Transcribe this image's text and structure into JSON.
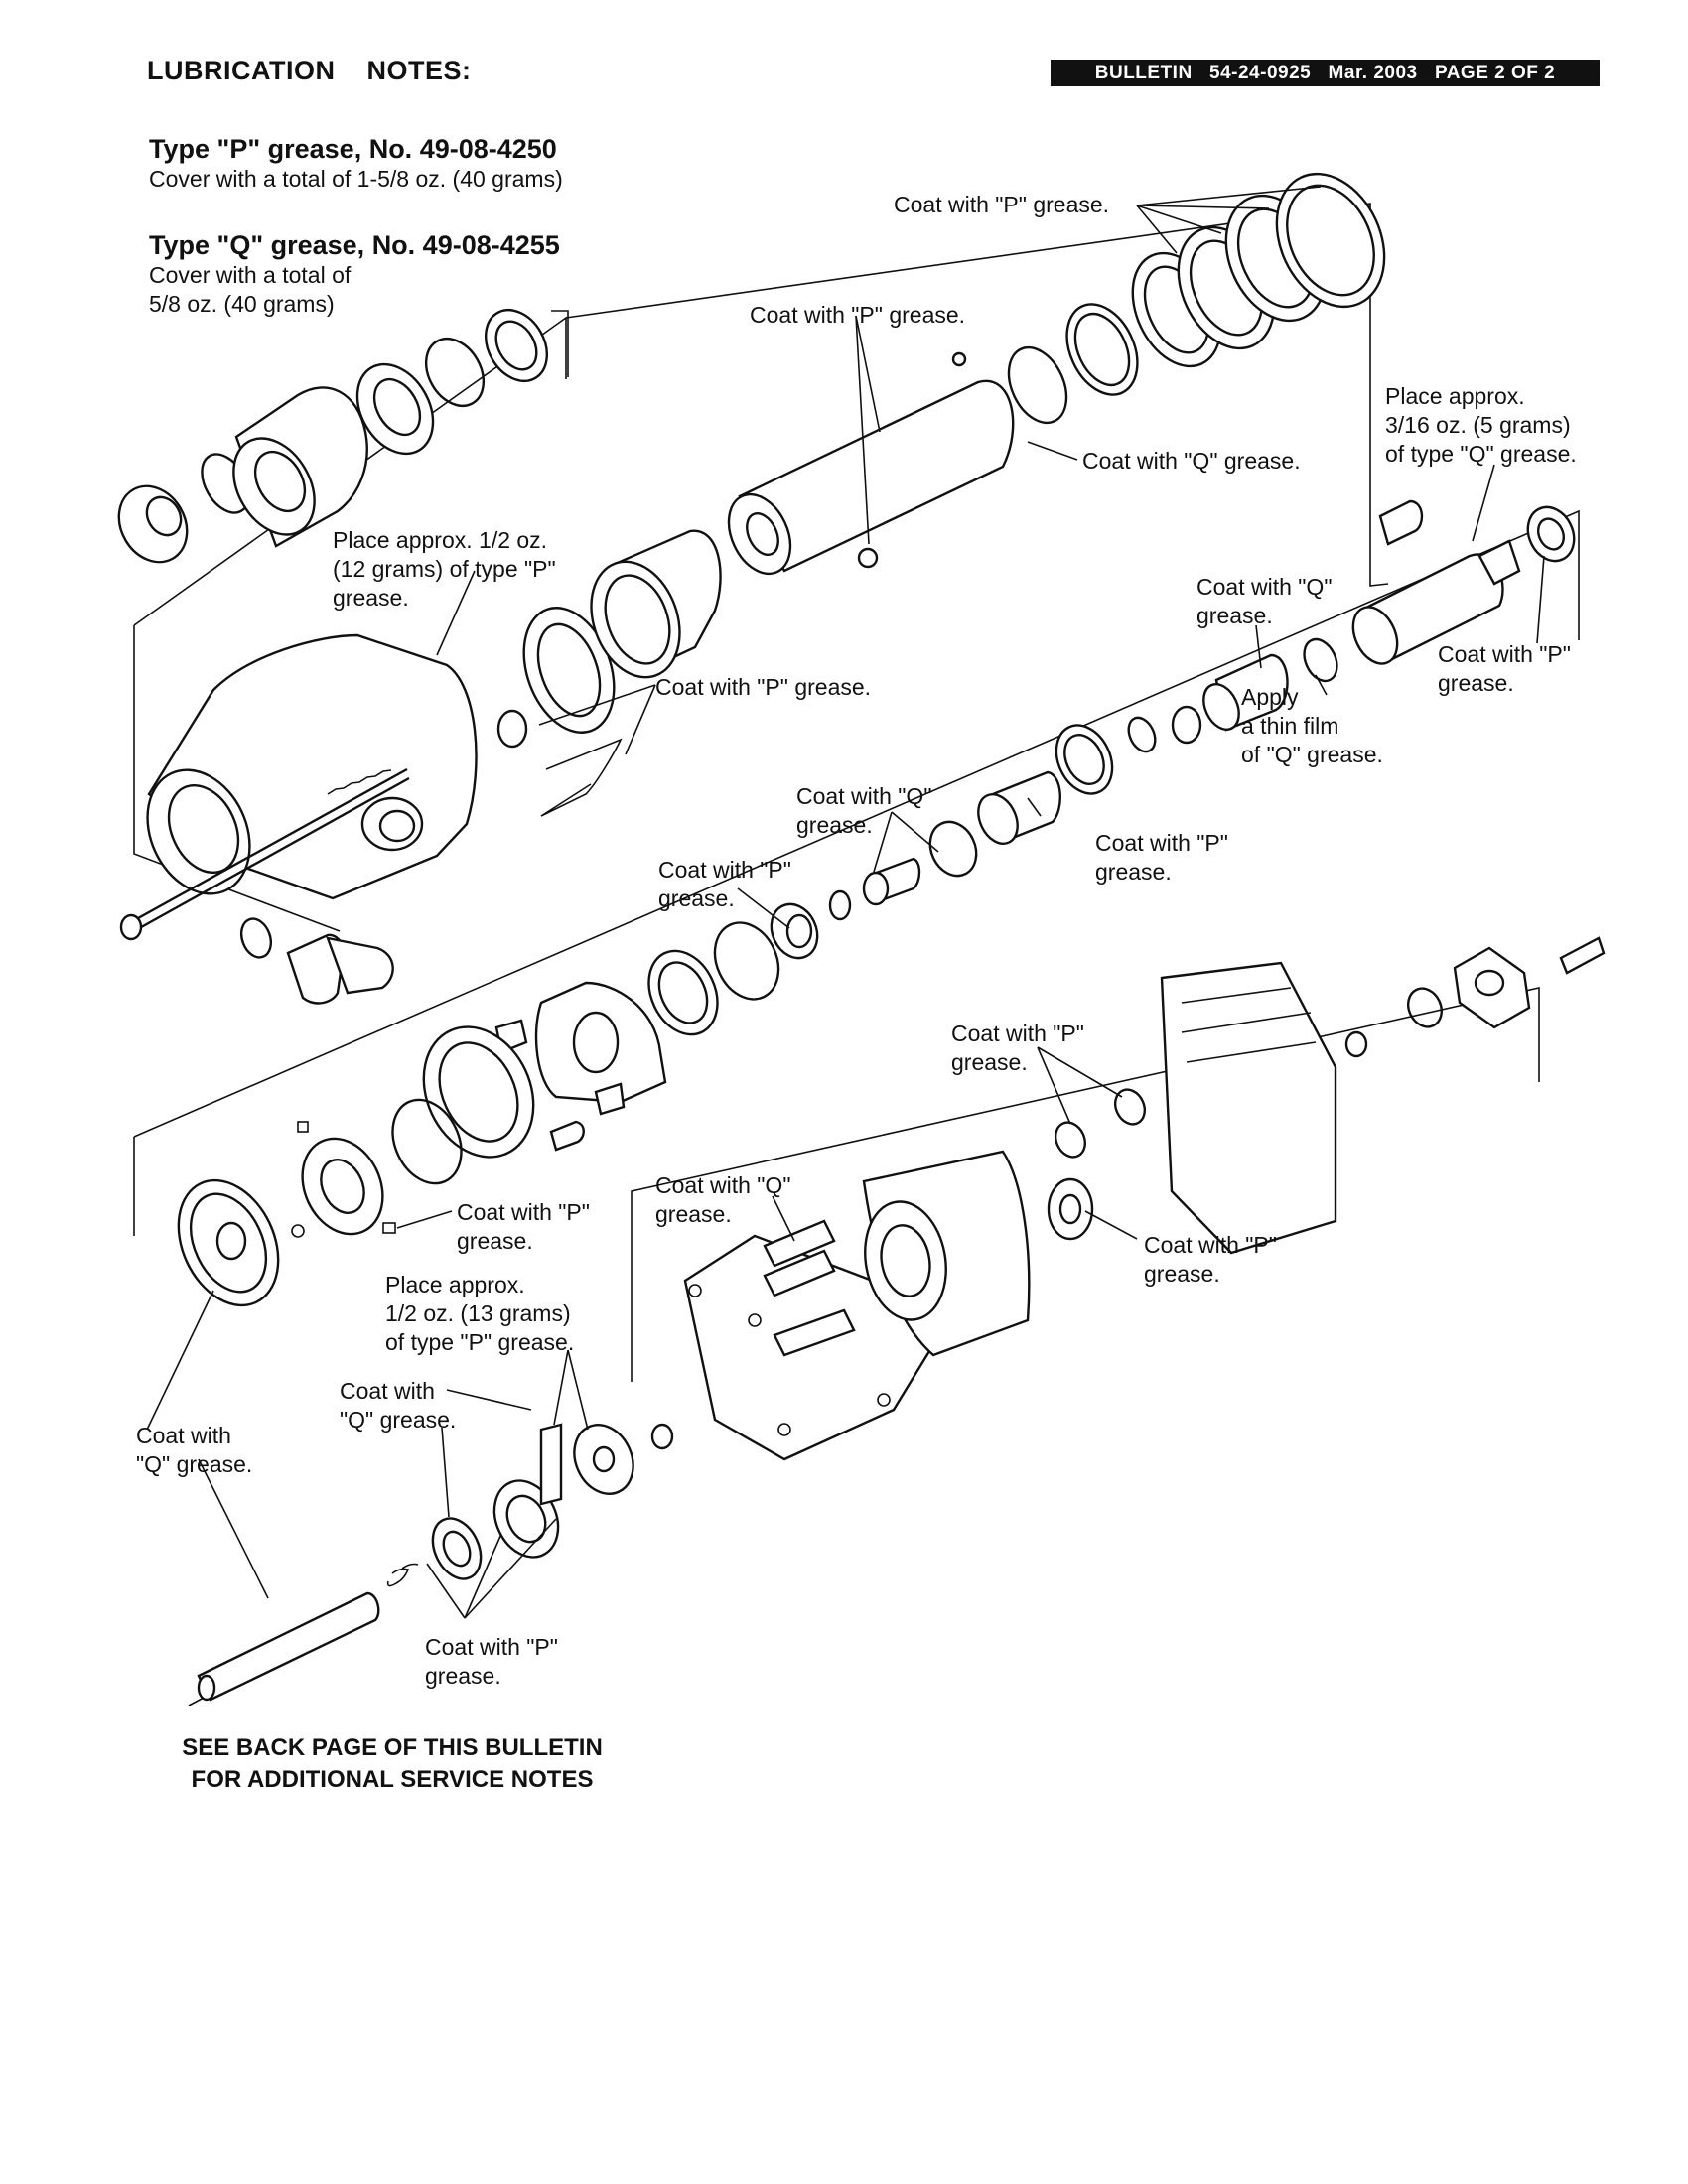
{
  "header": {
    "title": "LUBRICATION    NOTES:",
    "bulletin": "BULLETIN   54-24-0925   Mar. 2003   PAGE 2 OF 2"
  },
  "grease_types": [
    {
      "title": "Type \"P\" grease, No. 49-08-4250",
      "desc_lines": [
        "Cover with a total of 1-5/8 oz. (40 grams)"
      ]
    },
    {
      "title": "Type \"Q\" grease, No. 49-08-4255",
      "desc_lines": [
        "Cover with a total of",
        "5/8 oz. (40 grams)"
      ]
    }
  ],
  "callouts": [
    "Coat with \"P\" grease.",
    "Coat with \"P\" grease.",
    "Coat with \"Q\" grease.",
    "Place approx.\n3/16 oz. (5 grams)\nof type \"Q\" grease.",
    "Place approx. 1/2 oz.\n(12 grams) of type \"P\"\ngrease.",
    "Coat with \"P\" grease.",
    "Coat with \"Q\"\ngrease.",
    "Apply\na thin film\nof \"Q\" grease.",
    "Coat with \"P\"\ngrease.",
    "Coat with \"Q\"\ngrease.",
    "Coat with \"P\"\ngrease.",
    "Coat with \"P\"\ngrease.",
    "Coat with \"P\"\ngrease.",
    "Coat with \"Q\"\ngrease.",
    "Coat with \"P\"\ngrease.",
    "Coat with \"P\"\ngrease.",
    "Place approx.\n1/2 oz. (13 grams)\nof type \"P\" grease.",
    "Coat with\n\"Q\" grease.",
    "Coat with\n\"Q\" grease.",
    "Coat with \"P\"\ngrease."
  ],
  "footer": {
    "lines": [
      "SEE BACK PAGE OF THIS BULLETIN",
      "FOR ADDITIONAL SERVICE NOTES"
    ]
  },
  "colors": {
    "ink": "#111111",
    "paper": "#ffffff",
    "bulletin_bg": "#111111",
    "bulletin_fg": "#ffffff"
  }
}
